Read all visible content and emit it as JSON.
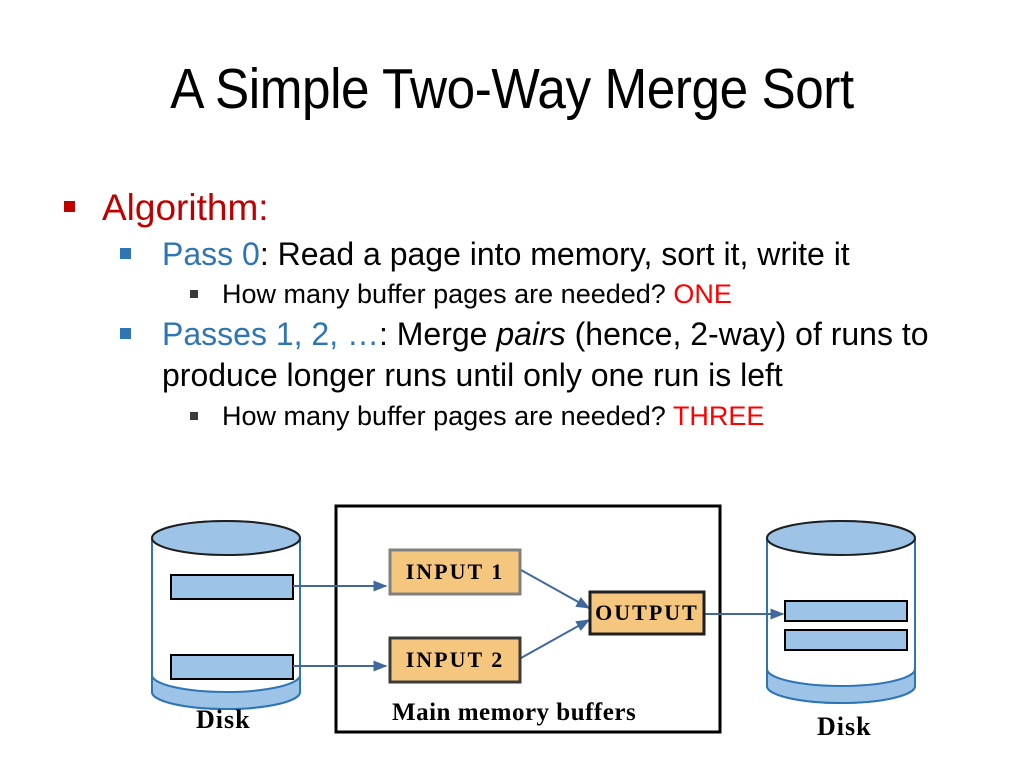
{
  "slide": {
    "title": "A Simple Two-Way Merge Sort",
    "bullets": {
      "algorithm_heading": "Algorithm:",
      "pass0": {
        "label": "Pass 0",
        "text": ": Read a page into memory, sort it, write it",
        "question": "How many buffer pages are needed?",
        "answer": "ONE"
      },
      "passes_n": {
        "label": "Passes 1, 2, …",
        "text_before_italic": ": Merge ",
        "italic_word": "pairs",
        "text_after_italic": " (hence, 2-way) of runs to",
        "continuation": "produce longer runs until only one run is left",
        "question": "How many buffer pages are needed?",
        "answer": "THREE"
      }
    }
  },
  "diagram": {
    "left_disk": {
      "label": "Disk",
      "runs": 2
    },
    "right_disk": {
      "label": "Disk",
      "runs": 2
    },
    "memory": {
      "label": "Main memory buffers",
      "buffers": [
        {
          "name": "INPUT 1"
        },
        {
          "name": "INPUT 2"
        },
        {
          "name": "OUTPUT"
        }
      ]
    }
  },
  "colors": {
    "heading_red": "#C00000",
    "answer_red": "#FF0000",
    "accent_blue": "#2E75B6",
    "arrow_blue": "#41689E",
    "buffer_fill": "#F5C77E",
    "buffer_border": "#808080",
    "disk_fill": "#9DC3E6",
    "disk_stroke": "#2E75B6",
    "bar_stroke": "#000000"
  }
}
